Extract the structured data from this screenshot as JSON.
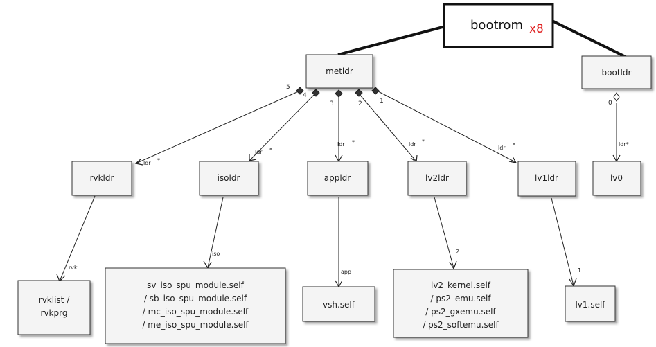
{
  "diagram": {
    "bootrom": {
      "label": "bootrom",
      "count": "x8",
      "count_color": "#e02020"
    },
    "metldr": "metldr",
    "bootldr": "bootldr",
    "loaders": {
      "rvkldr": "rvkldr",
      "isoldr": "isoldr",
      "appldr": "appldr",
      "lv2ldr": "lv2ldr",
      "lv1ldr": "lv1ldr",
      "lv0": "lv0"
    },
    "payloads": {
      "rvk": [
        "rvklist /",
        "rvkprg"
      ],
      "iso": [
        "sv_iso_spu_module.self",
        "/ sb_iso_spu_module.self",
        "/ mc_iso_spu_module.self",
        "/ me_iso_spu_module.self"
      ],
      "vsh": [
        "vsh.self"
      ],
      "lv2": [
        "lv2_kernel.self",
        "/ ps2_emu.self",
        "/ ps2_gxemu.self",
        "/ ps2_softemu.self"
      ],
      "lv1": [
        "lv1.self"
      ]
    },
    "edge_labels": {
      "ldr": "ldr",
      "star": "*",
      "ldr_star": "ldr*",
      "rvk": "rvk",
      "iso": "iso",
      "app": "app",
      "two": "2",
      "one": "1"
    },
    "multiplicities": {
      "m5": "5",
      "m4": "4",
      "m3": "3",
      "m2": "2",
      "m1": "1",
      "m0": "0"
    }
  }
}
